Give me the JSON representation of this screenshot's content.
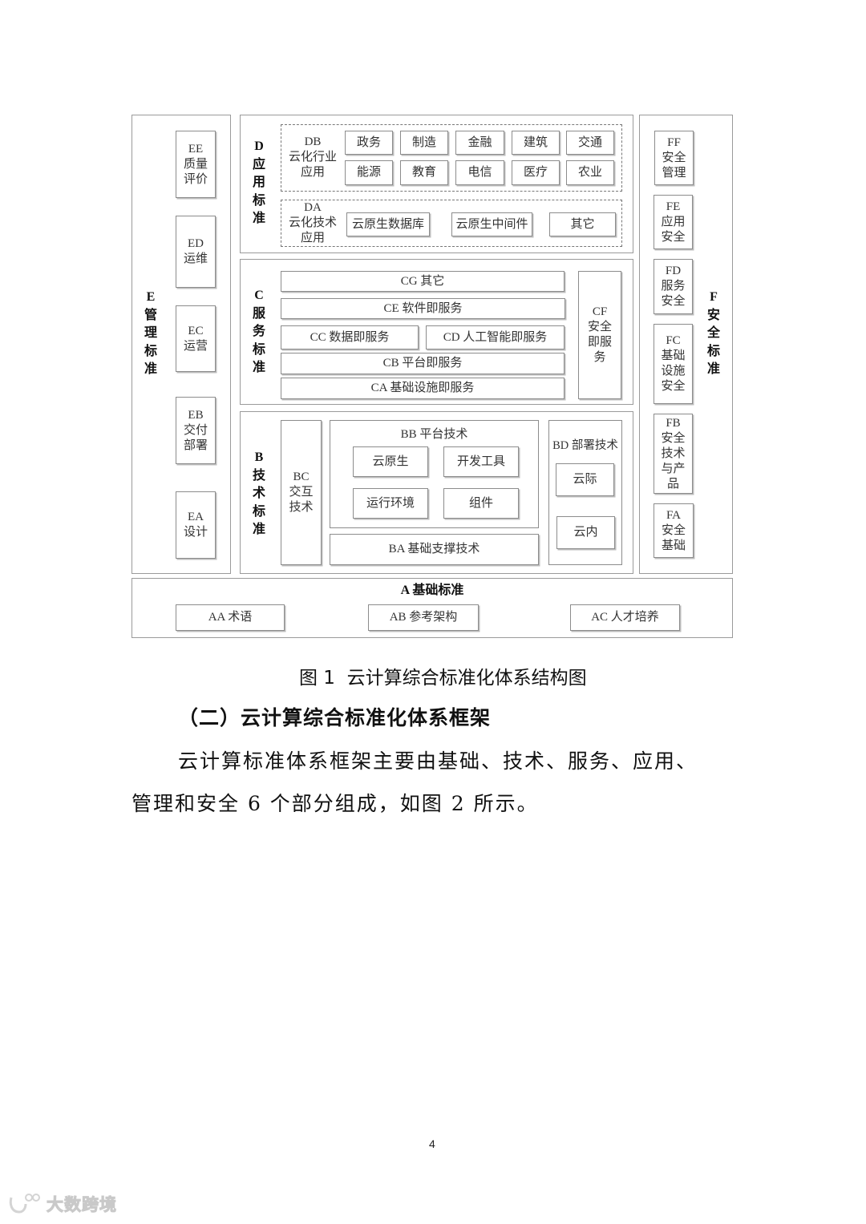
{
  "figure": {
    "E": {
      "label": "E\n管\n理\n标\n准",
      "items": [
        {
          "id": "EE",
          "label": "EE\n质量\n评价"
        },
        {
          "id": "ED",
          "label": "ED\n运维"
        },
        {
          "id": "EC",
          "label": "EC\n运营"
        },
        {
          "id": "EB",
          "label": "EB\n交付\n部署"
        },
        {
          "id": "EA",
          "label": "EA\n设计"
        }
      ]
    },
    "D": {
      "label": "D\n应\n用\n标\n准",
      "DB": {
        "label": "DB\n云化行业\n应用",
        "items": [
          "政务",
          "制造",
          "金融",
          "建筑",
          "交通",
          "能源",
          "教育",
          "电信",
          "医疗",
          "农业"
        ]
      },
      "DA": {
        "label": "DA\n云化技术\n应用",
        "items": [
          "云原生数据库",
          "云原生中间件",
          "其它"
        ]
      }
    },
    "C": {
      "label": "C\n服\n务\n标\n准",
      "CG": "CG 其它",
      "CE": "CE 软件即服务",
      "CC": "CC 数据即服务",
      "CD": "CD 人工智能即服务",
      "CB": "CB 平台即服务",
      "CA": "CA 基础设施即服务",
      "CF": "CF\n安全\n即服\n务"
    },
    "B": {
      "label": "B\n技\n术\n标\n准",
      "BC": "BC\n交互\n技术",
      "BB": {
        "label": "BB 平台技术",
        "items": [
          "云原生",
          "开发工具",
          "运行环境",
          "组件"
        ]
      },
      "BA": "BA 基础支撑技术",
      "BD": {
        "label": "BD 部署技术",
        "items": [
          "云际",
          "云内"
        ]
      }
    },
    "F": {
      "label": "F\n安\n全\n标\n准",
      "items": [
        {
          "id": "FF",
          "label": "FF\n安全\n管理"
        },
        {
          "id": "FE",
          "label": "FE\n应用\n安全"
        },
        {
          "id": "FD",
          "label": "FD\n服务\n安全"
        },
        {
          "id": "FC",
          "label": "FC\n基础\n设施\n安全"
        },
        {
          "id": "FB",
          "label": "FB\n安全\n技术\n与产\n品"
        },
        {
          "id": "FA",
          "label": "FA\n安全\n基础"
        }
      ]
    },
    "A": {
      "label": "A 基础标准",
      "items": [
        "AA 术语",
        "AB 参考架构",
        "AC 人才培养"
      ]
    },
    "caption": "图 1  云计算综合标准化体系结构图"
  },
  "section": {
    "heading": "（二）云计算综合标准化体系框架",
    "paragraph_line1": "云计算标准体系框架主要由基础、技术、服务、应用、",
    "paragraph_line2": "管理和安全 6 个部分组成，如图 2 所示。"
  },
  "page_number": "4",
  "watermark": "大数跨境"
}
